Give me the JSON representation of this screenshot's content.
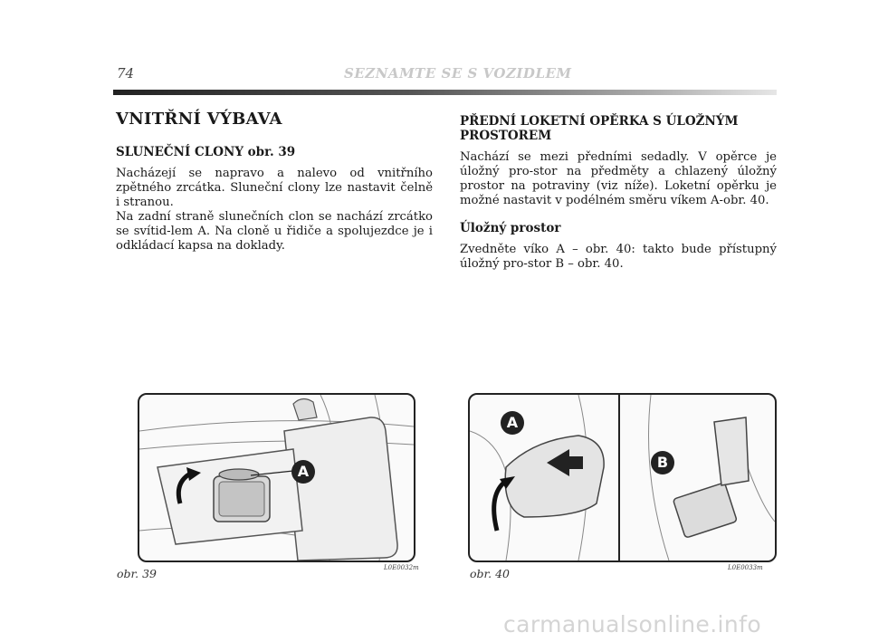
{
  "header": {
    "page_number": "74",
    "running_title": "SEZNAMTE SE S VOZIDLEM"
  },
  "left": {
    "title": "VNITŘNÍ VÝBAVA",
    "section1": {
      "heading": "SLUNEČNÍ CLONY obr. 39",
      "text": "Nacházejí se napravo a nalevo od vnitřního zpětného zrcátka. Sluneční clony lze nastavit čelně i stranou.",
      "text2": "Na zadní straně slunečních clon se nachází zrcátko se svítid-lem A. Na cloně u řidiče a spolujezdce je i odkládací kapsa na doklady."
    }
  },
  "right": {
    "section1": {
      "heading": "PŘEDNÍ LOKETNÍ OPĚRKA S ÚLOŽNÝM PROSTOREM",
      "text": "Nachází se mezi předními sedadly. V opěrce je úložný pro-stor na předměty a chlazený úložný prostor na potraviny (viz níže). Loketní opěrku je možné nastavit v podélném směru víkem A-obr. 40."
    },
    "section2": {
      "heading": "Úložný prostor",
      "text": "Zvedněte víko A – obr. 40: takto bude přístupný úložný pro-stor B – obr. 40."
    }
  },
  "figures": {
    "fig39": {
      "caption": "obr. 39",
      "code": "L0E0032m",
      "label_a": "A"
    },
    "fig40": {
      "caption": "obr. 40",
      "code": "L0E0033m",
      "label_a": "A",
      "label_b": "B"
    }
  },
  "watermark": "carmanualsonline.info"
}
